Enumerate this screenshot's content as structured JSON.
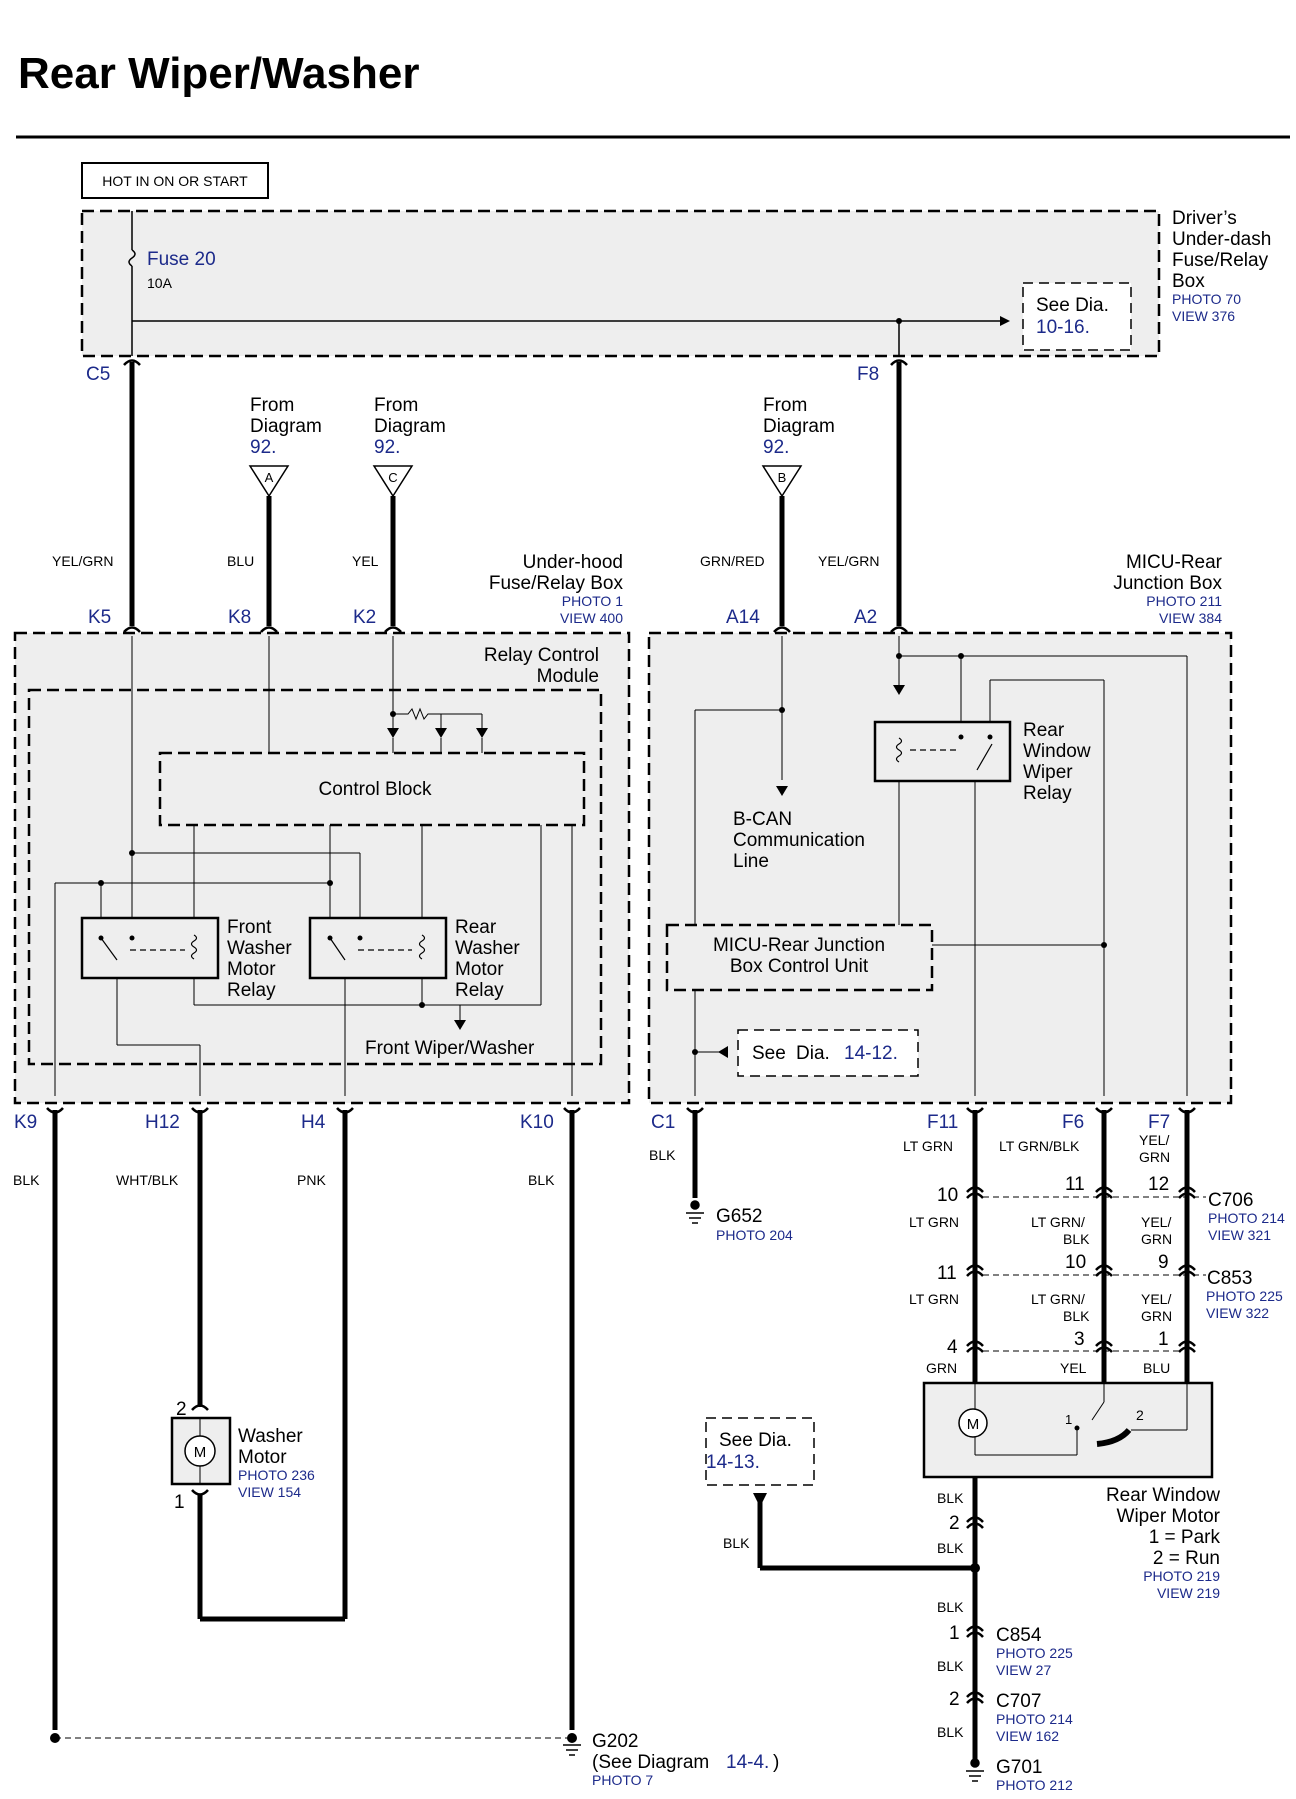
{
  "title": "Rear Wiper/Washer",
  "hot_label": "HOT IN ON OR START",
  "colors": {
    "ink": "#000000",
    "ref": "#1c2a8a",
    "box_fill": "#eeeeee"
  },
  "driver_box": {
    "label": [
      "Driver’s",
      "Under-dash",
      "Fuse/Relay",
      "Box"
    ],
    "photo": "PHOTO 70",
    "view": "VIEW 376",
    "fuse_label": "Fuse 20",
    "fuse_rating": "10A",
    "see_dia": "See Dia.",
    "see_dia_ref": "10-16."
  },
  "pins_top": {
    "c5": "C5",
    "f8": "F8"
  },
  "from_labels": {
    "from": "From",
    "diagram": "Diagram",
    "ref": "92.",
    "a": "A",
    "c": "C",
    "b": "B"
  },
  "wire_colors_upper": {
    "k5": "YEL/GRN",
    "k8": "BLU",
    "k2": "YEL",
    "a14": "GRN/RED",
    "a2": "YEL/GRN"
  },
  "underhood_box": {
    "label": [
      "Under-hood",
      "Fuse/Relay Box"
    ],
    "photo": "PHOTO 1",
    "view": "VIEW 400"
  },
  "micu_box": {
    "label": [
      "MICU-Rear",
      "Junction Box"
    ],
    "photo": "PHOTO 211",
    "view": "VIEW 384"
  },
  "pins_mid": {
    "k5": "K5",
    "k8": "K8",
    "k2": "K2",
    "a14": "A14",
    "a2": "A2"
  },
  "relay_module": {
    "label": [
      "Relay Control",
      "Module"
    ],
    "control_block": "Control Block",
    "front_relay": [
      "Front",
      "Washer",
      "Motor",
      "Relay"
    ],
    "rear_relay": [
      "Rear",
      "Washer",
      "Motor",
      "Relay"
    ],
    "front_wiper_washer": "Front Wiper/Washer"
  },
  "micu_internal": {
    "bcan": [
      "B-CAN",
      "Communication",
      "Line"
    ],
    "rear_window_relay": [
      "Rear",
      "Window",
      "Wiper",
      "Relay"
    ],
    "control_unit": [
      "MICU-Rear Junction",
      "Box Control Unit"
    ],
    "see_dia": "See",
    "see_dia_word": "Dia.",
    "see_dia_ref": "14-12."
  },
  "pins_bottom": {
    "k9": "K9",
    "h12": "H12",
    "h4": "H4",
    "k10": "K10",
    "c1": "C1",
    "f11": "F11",
    "f6": "F6",
    "f7": "F7"
  },
  "wire_colors_lower": {
    "k9": "BLK",
    "h12": "WHT/BLK",
    "h4": "PNK",
    "k10": "BLK",
    "c1": "BLK",
    "f11": "LT GRN",
    "f6": "LT GRN/BLK",
    "f7_a": "YEL/",
    "f7_b": "GRN"
  },
  "g652": {
    "name": "G652",
    "photo": "PHOTO 204"
  },
  "c706": {
    "name": "C706",
    "photo": "PHOTO 214",
    "view": "VIEW 321",
    "pins": [
      "10",
      "11",
      "12"
    ]
  },
  "c853": {
    "name": "C853",
    "photo": "PHOTO 225",
    "view": "VIEW 322",
    "pins": [
      "11",
      "10",
      "9"
    ]
  },
  "mid_colors": {
    "ltgrn": "LT GRN",
    "ltgrn_blk_a": "LT GRN/",
    "ltgrn_blk_b": "BLK",
    "yelgrn_a": "YEL/",
    "yelgrn_b": "GRN"
  },
  "motor_pins": {
    "p4": "4",
    "p3": "3",
    "p1": "1",
    "grn": "GRN",
    "yel": "YEL",
    "blu": "BLU"
  },
  "rear_motor": {
    "label": [
      "Rear Window",
      "Wiper Motor",
      "1 = Park",
      "2 = Run"
    ],
    "photo": "PHOTO 219",
    "view": "VIEW 219",
    "m": "M",
    "sw1": "1",
    "sw2": "2"
  },
  "washer_motor": {
    "label": [
      "Washer",
      "Motor"
    ],
    "photo": "PHOTO 236",
    "view": "VIEW 154",
    "pin_top": "2",
    "pin_bottom": "1",
    "m": "M"
  },
  "see_1413": {
    "see": "See Dia.",
    "ref": "14-13."
  },
  "lower_right": {
    "blk": "BLK",
    "pin2": "2",
    "c854": "C854",
    "c854_photo": "PHOTO 225",
    "c854_view": "VIEW 27",
    "c854_pin": "1",
    "c707": "C707",
    "c707_photo": "PHOTO 214",
    "c707_view": "VIEW 162",
    "c707_pin": "2",
    "g701": "G701",
    "g701_photo": "PHOTO 212"
  },
  "g202": {
    "name": "G202",
    "see": "(See Diagram",
    "ref": "14-4.",
    "close": ")",
    "photo": "PHOTO 7"
  }
}
